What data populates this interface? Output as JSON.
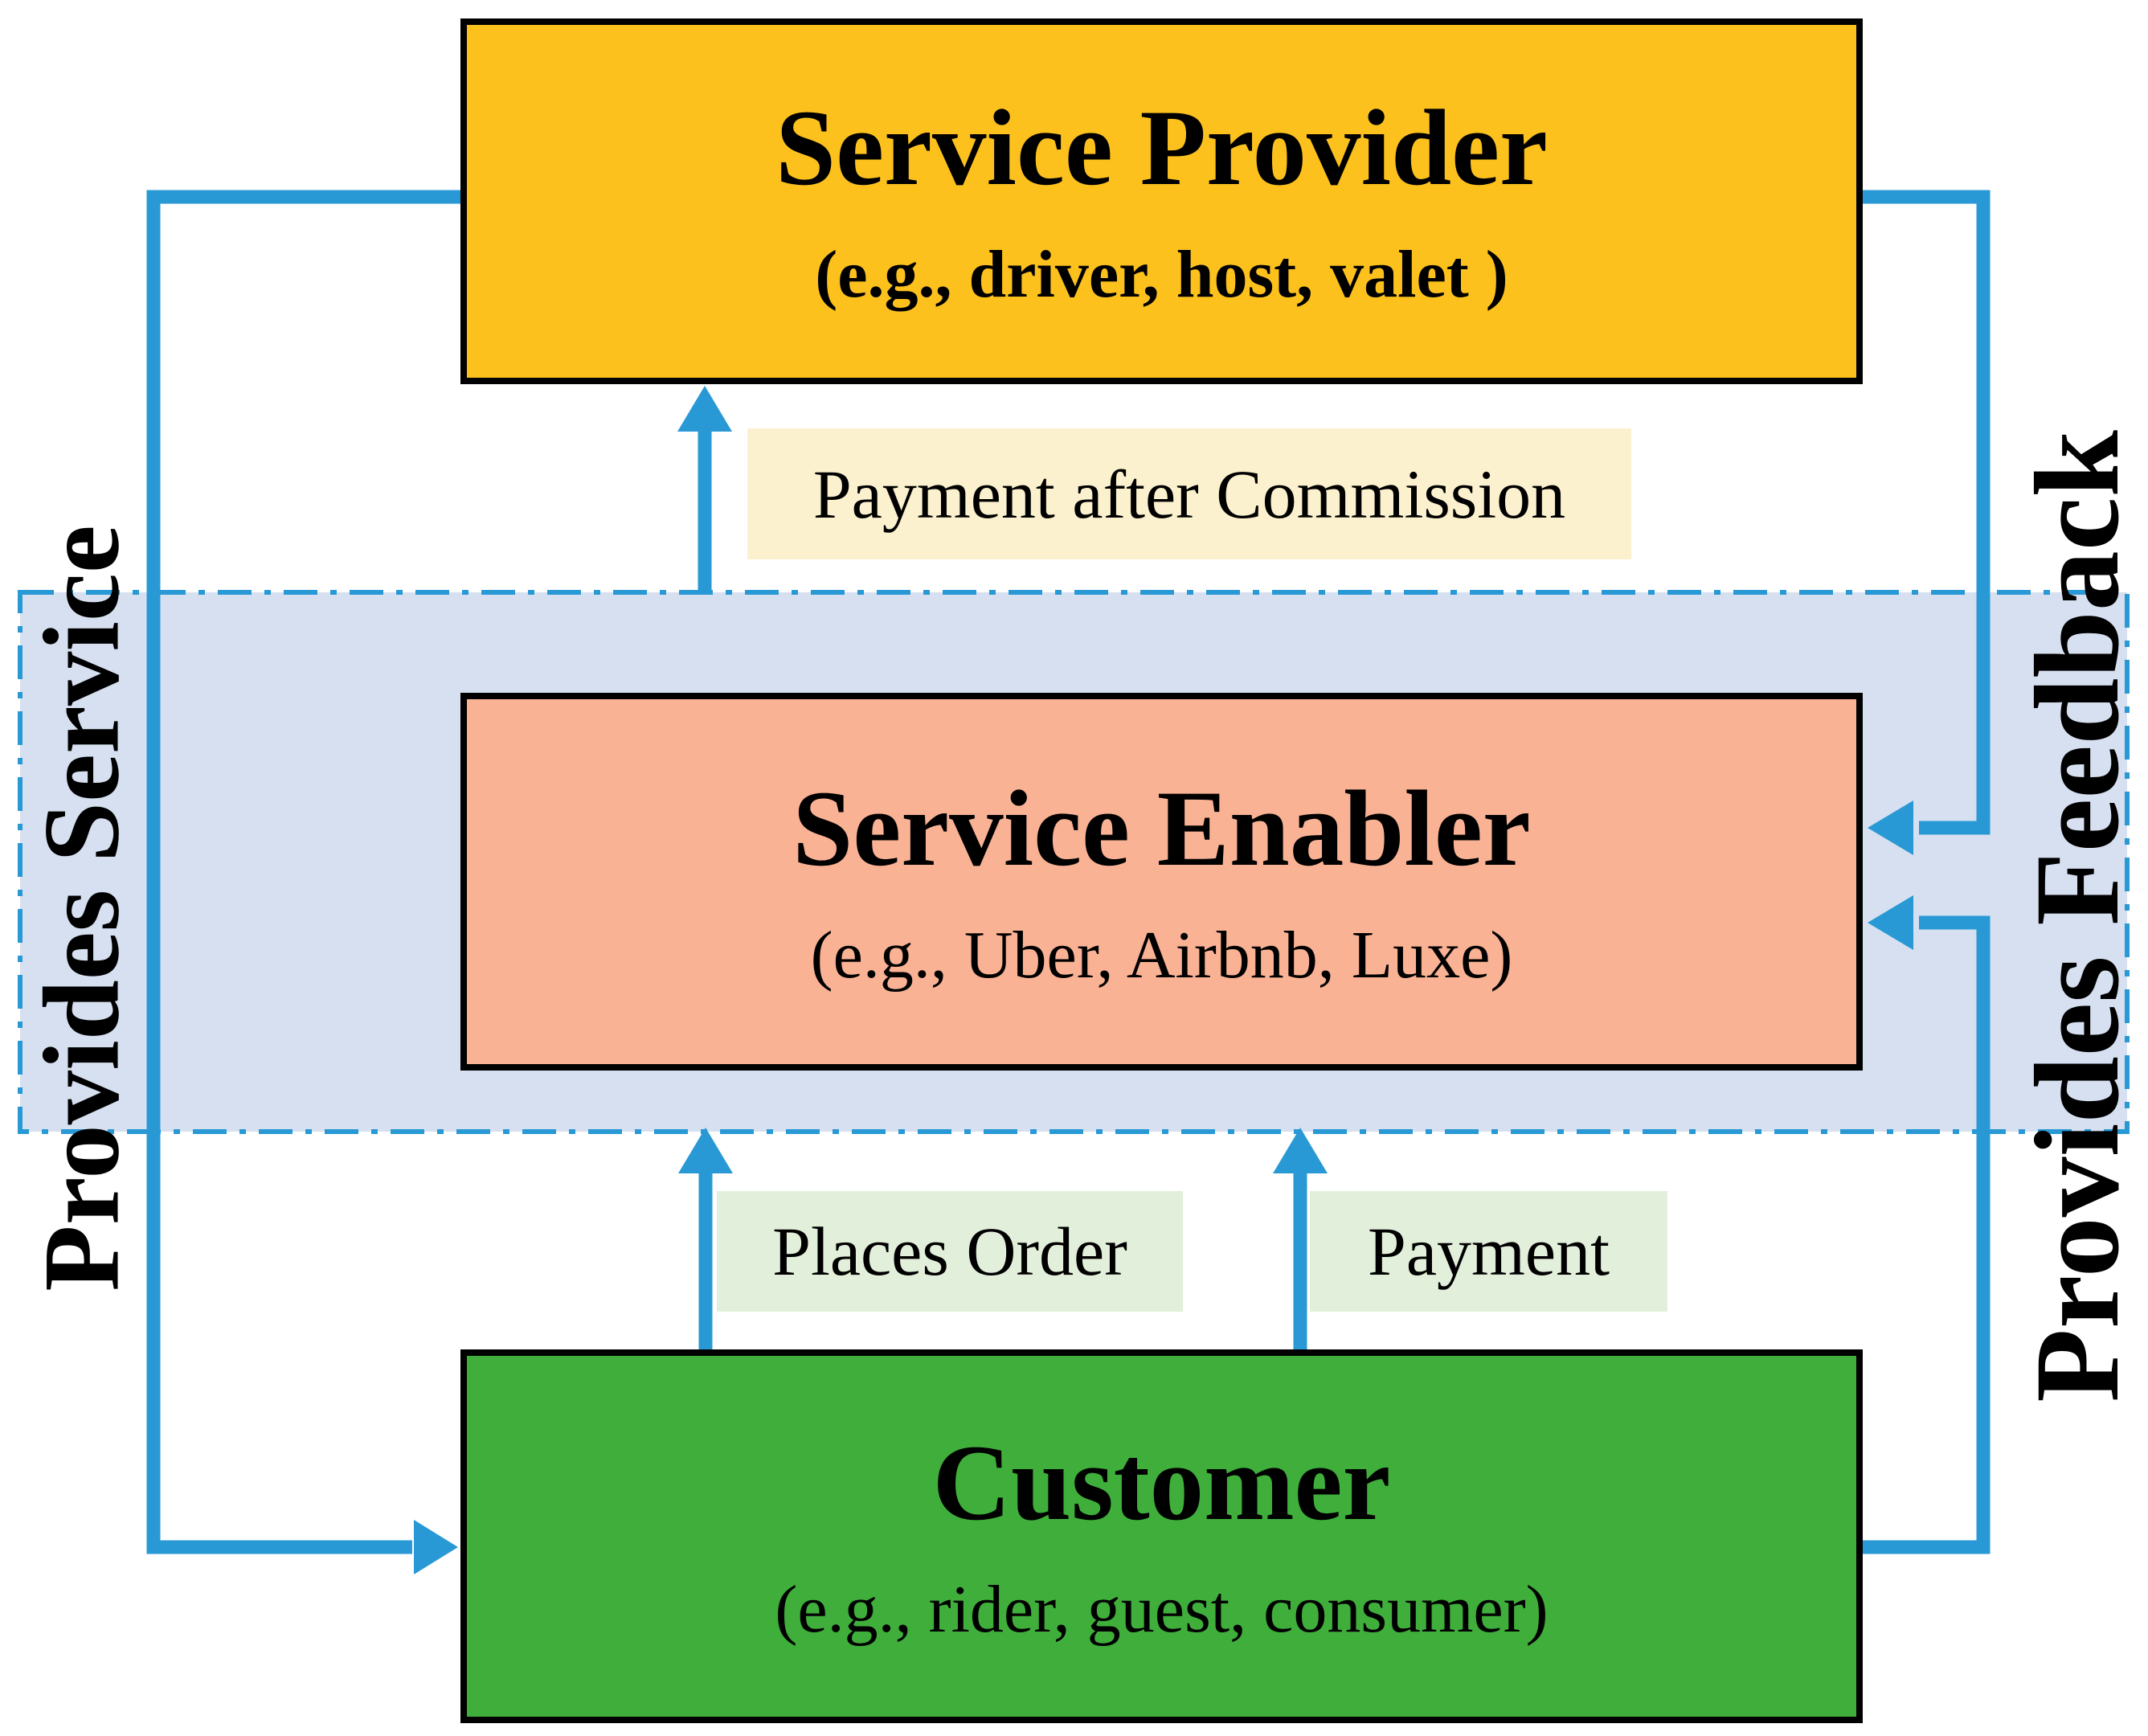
{
  "diagram": {
    "boxes": {
      "provider": {
        "title": "Service Provider",
        "subtitle": "(e.g., driver, host, valet )"
      },
      "enabler": {
        "title": "Service Enabler",
        "subtitle": "(e.g., Uber, Airbnb, Luxe)"
      },
      "customer": {
        "title": "Customer",
        "subtitle": "(e.g., rider, guest, consumer)"
      }
    },
    "flow_labels": {
      "payment_after_commission": "Payment after Commission",
      "places_order": "Places Order",
      "payment": "Payment",
      "provides_service": "Provides Service",
      "provides_feedback": "Provides Feedback"
    },
    "colors": {
      "arrow_blue": "#2999D5",
      "provider_fill": "#FCC11D",
      "enabler_fill": "#FAB295",
      "customer_fill": "#3FAE3B",
      "band_fill": "#D6E0F0",
      "commission_chip_fill": "#FCF1CE",
      "order_chip_fill": "#E2EFDA",
      "box_border": "#000000"
    }
  }
}
